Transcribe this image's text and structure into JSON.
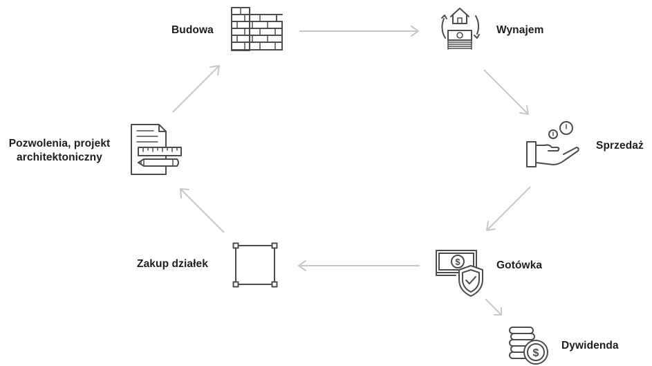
{
  "steps": {
    "budowa": "Budowa",
    "wynajem": "Wynajem",
    "sprzedaz": "Sprzedaż",
    "gotowka": "Gotówka",
    "dywidenda": "Dywidenda",
    "zakup": "Zakup działek",
    "pozwolenia_line1": "Pozwolenia, projekt",
    "pozwolenia_line2": "architektoniczny"
  },
  "icons": {
    "budowa": "brick-wall-icon",
    "wynajem": "house-money-cycle-icon",
    "sprzedaz": "hand-coins-icon",
    "gotowka": "cash-shield-icon",
    "dywidenda": "coin-stack-icon",
    "zakup": "land-plot-icon",
    "pozwolenia": "document-ruler-pencil-icon"
  },
  "colors": {
    "icon": "#4b4b4d",
    "arrow": "#c8c8c8",
    "text": "#1d1d1b"
  }
}
